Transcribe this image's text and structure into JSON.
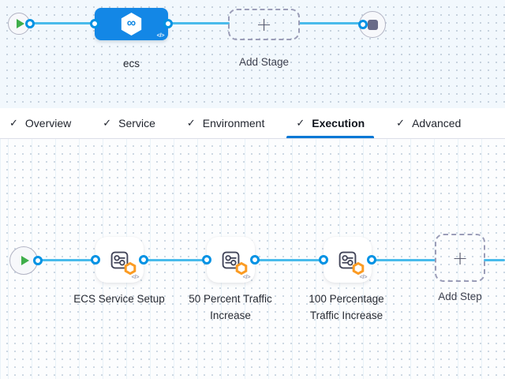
{
  "icons": {
    "check": "✓",
    "plus": "+",
    "infinity": "∞",
    "code": "</>"
  },
  "stage_canvas": {
    "stage_label": "ecs",
    "add_stage_label": "Add Stage"
  },
  "tabs": [
    {
      "label": "Overview",
      "checked": true,
      "active": false
    },
    {
      "label": "Service",
      "checked": true,
      "active": false
    },
    {
      "label": "Environment",
      "checked": true,
      "active": false
    },
    {
      "label": "Execution",
      "checked": true,
      "active": true
    },
    {
      "label": "Advanced",
      "checked": true,
      "active": false
    }
  ],
  "execution_canvas": {
    "steps": [
      {
        "label": "ECS Service Setup"
      },
      {
        "label": "50 Percent Traffic Increase"
      },
      {
        "label": "100 Percentage Traffic Increase"
      }
    ],
    "add_step_label": "Add Step"
  },
  "colors": {
    "connector_line": "#49bbeb",
    "port_ring": "#0092e4",
    "stage_node_blue": "#1387e6",
    "tab_underline": "#0278d5",
    "play_green": "#3fae4a",
    "badge_orange": "#fb9b23",
    "canvas_top_bg": "#f2f8fd",
    "canvas_bottom_bg": "#fcfdfe"
  }
}
